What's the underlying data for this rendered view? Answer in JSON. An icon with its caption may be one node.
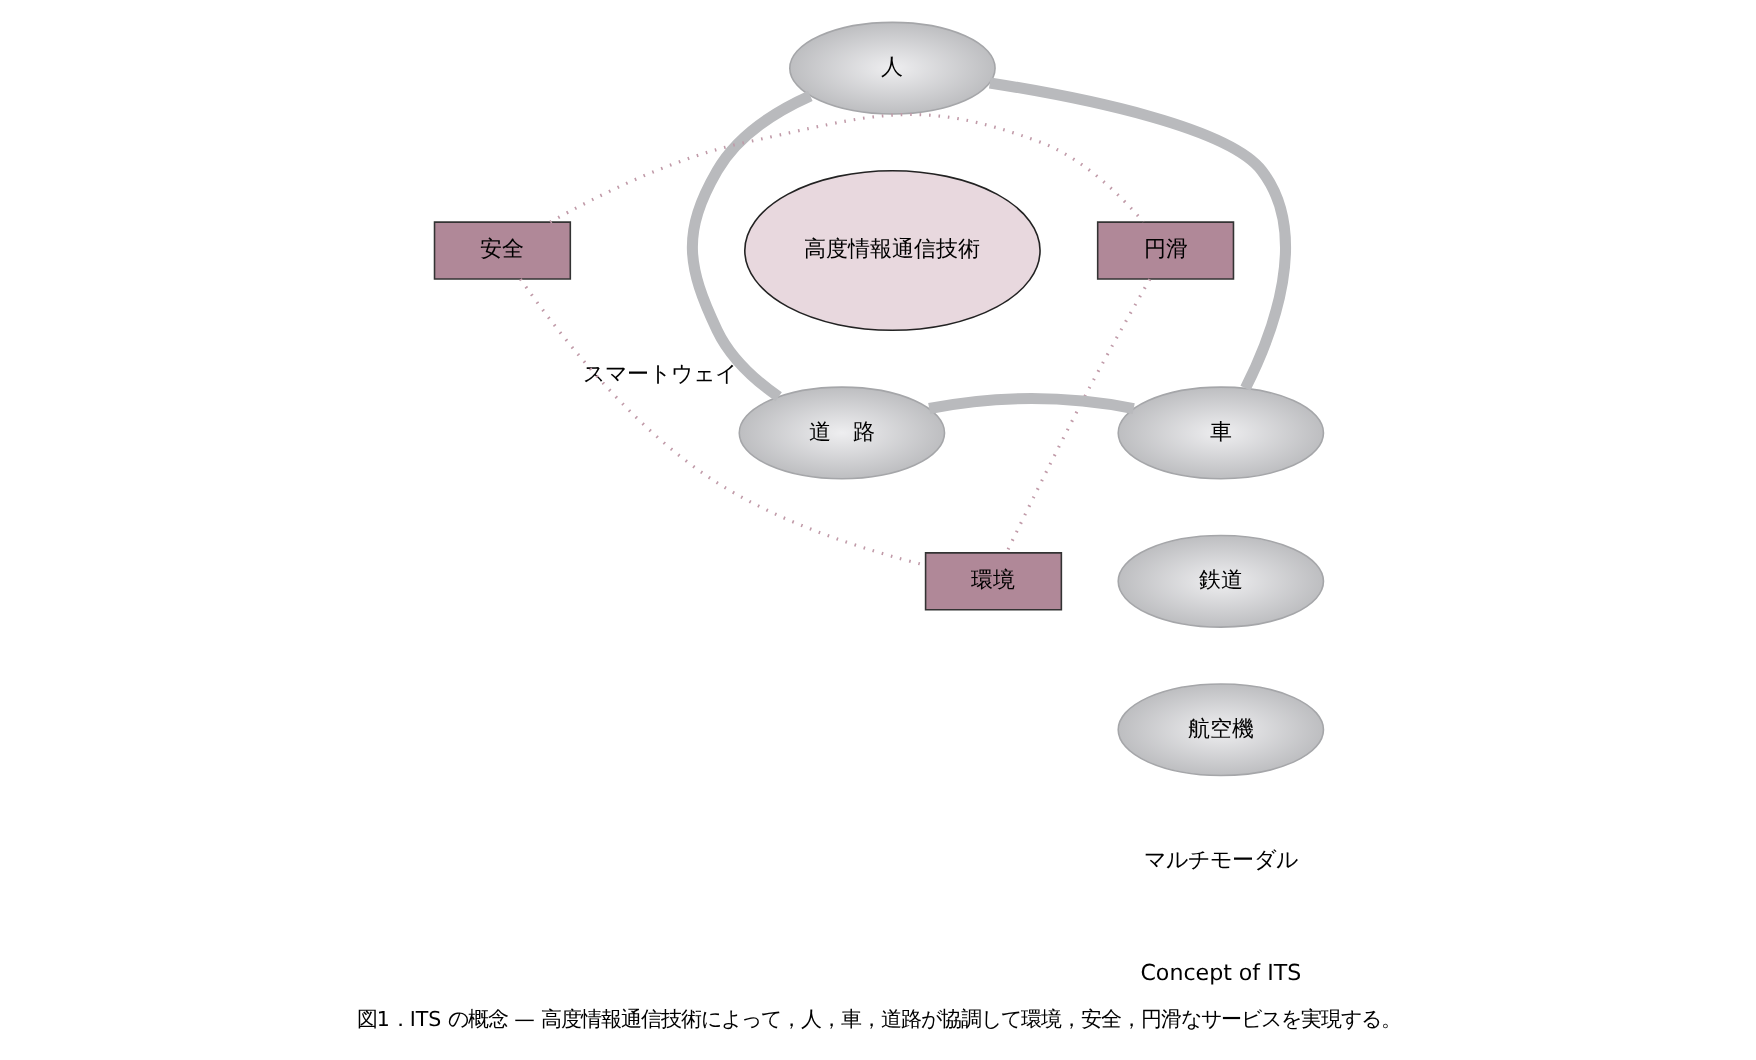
{
  "diagram": {
    "caption": "図1．ITS の概念 — 高度情報通信技術によって，人，車，道路が協調して環境，安全，円滑なサービスを実現する。",
    "nodes": [
      {
        "text": [
          "高度情報通信技術"
        ]
      },
      {
        "text": [
          "人"
        ]
      },
      {
        "text": [
          "安全"
        ]
      },
      {
        "text": [
          "円滑"
        ]
      },
      {
        "text": [
          "道　路"
        ],
        "beside": [
          "スマートウェイ"
        ]
      },
      {
        "text": [
          "車"
        ]
      },
      {
        "text": [
          "環境"
        ]
      },
      {
        "text": [
          "鉄道"
        ]
      },
      {
        "text": [
          "航空機"
        ]
      }
    ],
    "edges": [
      {
        "from": 1,
        "to": 4,
        "arrow": "none",
        "style": "thick"
      },
      {
        "from": 1,
        "to": 5,
        "arrow": "none",
        "style": "thick"
      },
      {
        "from": 4,
        "to": 5,
        "arrow": "none",
        "style": "thick"
      },
      {
        "from": 2,
        "to": 3,
        "arrow": "none",
        "style": "dashed",
        "color": "#c09aa8"
      },
      {
        "from": 2,
        "to": 6,
        "arrow": "none",
        "style": "dashed",
        "color": "#c09aa8"
      },
      {
        "from": 3,
        "to": 6,
        "arrow": "none",
        "style": "dashed",
        "color": "#c09aa8"
      }
    ],
    "labels": [
      "マルチモーダル",
      "Concept of ITS"
    ]
  }
}
